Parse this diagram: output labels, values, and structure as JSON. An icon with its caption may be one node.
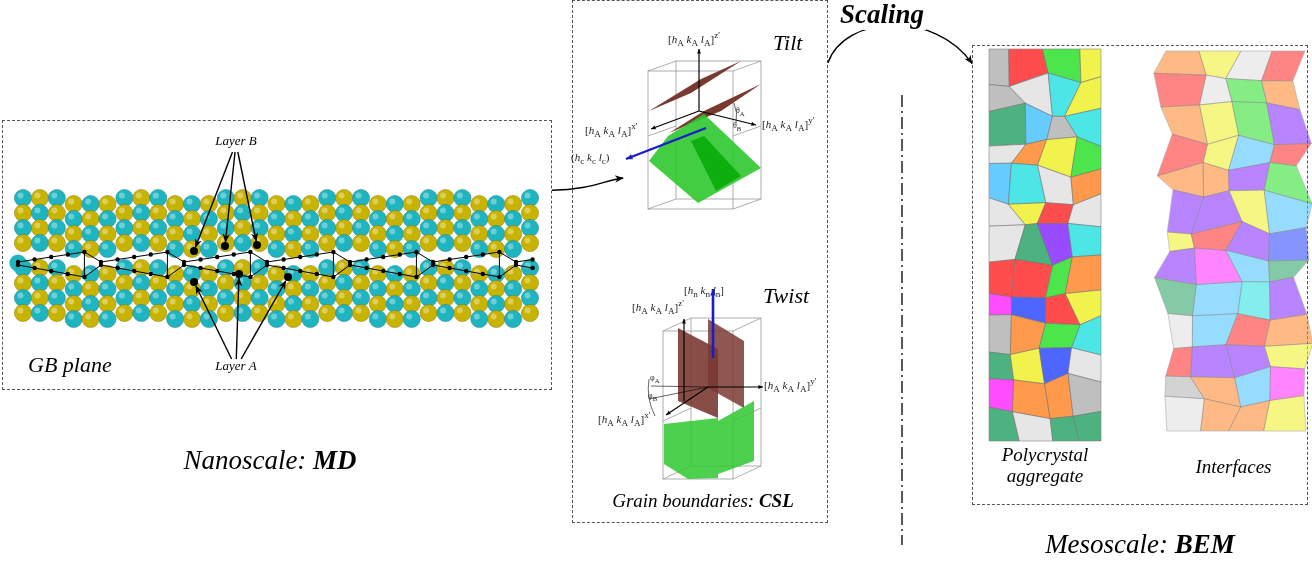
{
  "diagram": {
    "nodes": [
      {
        "text": [
          "GB plane"
        ],
        "beside": [
          "Nanoscale: **MD**"
        ]
      },
      {
        "text": [
          "Layer B"
        ],
        "in": 0
      },
      {
        "text": [],
        "shape": "circle",
        "in": 0
      },
      {
        "text": [],
        "shape": "circle",
        "in": 0
      },
      {
        "text": [],
        "shape": "circle",
        "in": 0
      },
      {
        "text": [
          "Layer A"
        ],
        "in": 0
      },
      {
        "text": [],
        "shape": "circle",
        "in": 0
      },
      {
        "text": [],
        "shape": "circle",
        "in": 0
      },
      {
        "text": [],
        "shape": "circle",
        "in": 0
      },
      {
        "text": [
          "Grain boundaries: **CSL**"
        ]
      },
      {
        "text": [
          "Tilt"
        ],
        "in": 9
      },
      {
        "text": [
          "Twist"
        ],
        "in": 9
      },
      {
        "text": [],
        "shape": "box",
        "beside": [
          "Mesoscale: **BEM**"
        ]
      },
      {
        "text": [
          "Polycrystal aggregate"
        ],
        "in": 12
      },
      {
        "text": [
          "Interfaces"
        ],
        "in": 12
      }
    ],
    "edges": [
      {
        "from": 0,
        "to": 10,
        "arrow": "to"
      },
      {
        "from": 9,
        "to": 12,
        "arrow": "to",
        "label": "Scaling"
      },
      {
        "from": 1,
        "to": 2,
        "arrow": "to"
      },
      {
        "from": 1,
        "to": 3,
        "arrow": "to"
      },
      {
        "from": 1,
        "to": 4,
        "arrow": "to"
      },
      {
        "from": 5,
        "to": 6,
        "arrow": "to"
      },
      {
        "from": 5,
        "to": 7,
        "arrow": "to"
      },
      {
        "from": 5,
        "to": 8,
        "arrow": "to"
      }
    ],
    "labels": [
      "[*h*$_{A}$ *k*$_{A}$ *l*$_{A}$]$^{z'}$",
      "[*h*$_{A}$ *k*$_{A}$ *l*$_{A}$]$^{x'}$",
      "[*h*$_{A}$ *k*$_{A}$ *l*$_{A}$]$^{y'}$",
      "θ$_{A}$",
      "θ$_{B}$",
      "(*h*$_{c}$ *k*$_{c}$ *l*$_{c}$)",
      "[*h*$_{n}$ *k*$_{n}$ *l*$_{n}$]",
      "[*h*$_{A}$ *k*$_{A}$ *l*$_{A}$]$^{z'}$",
      "φ$_{A}$",
      "[*h*$_{A}$ *k*$_{A}$ *l*$_{A}$]$^{y'}$",
      "φ$_{B}$",
      "[*h*$_{A}$ *k*$_{A}$ *l*$_{A}$]$^{x'}$"
    ]
  }
}
